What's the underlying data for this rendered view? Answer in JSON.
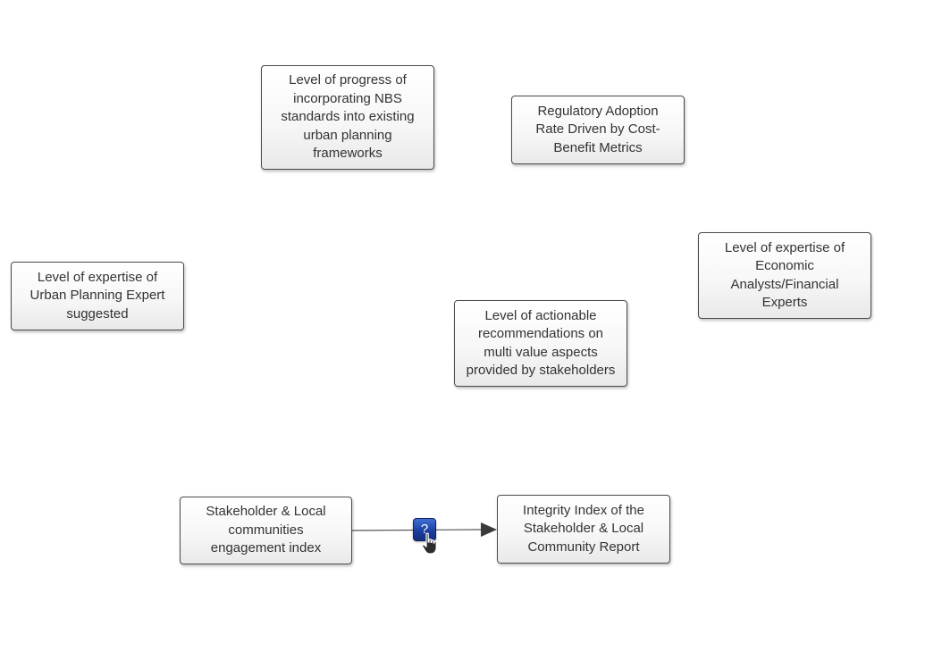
{
  "nodes": [
    {
      "id": "n1",
      "lines": [
        "Level of progress of",
        "incorporating NBS",
        "standards into existing",
        "urban planning",
        "frameworks"
      ]
    },
    {
      "id": "n2",
      "lines": [
        "Regulatory Adoption",
        "Rate Driven by Cost-",
        "Benefit Metrics"
      ]
    },
    {
      "id": "n3",
      "lines": [
        "Level of expertise of",
        "Economic",
        "Analysts/Financial",
        "Experts"
      ]
    },
    {
      "id": "n4",
      "lines": [
        "Level of expertise of",
        "Urban Planning Expert",
        "suggested"
      ]
    },
    {
      "id": "n5",
      "lines": [
        "Level of actionable",
        "recommendations on",
        "multi value aspects",
        "provided by stakeholders"
      ]
    },
    {
      "id": "n6",
      "lines": [
        "Stakeholder & Local",
        "communities",
        "engagement index"
      ]
    },
    {
      "id": "n7",
      "lines": [
        "Integrity Index of the",
        "Stakeholder & Local",
        "Community Report"
      ]
    }
  ],
  "edges": [
    {
      "from": "n6",
      "to": "n7"
    }
  ],
  "help_badge": {
    "label": "?",
    "icon": "question-icon"
  },
  "cursor": {
    "icon": "hand-pointer-icon"
  }
}
